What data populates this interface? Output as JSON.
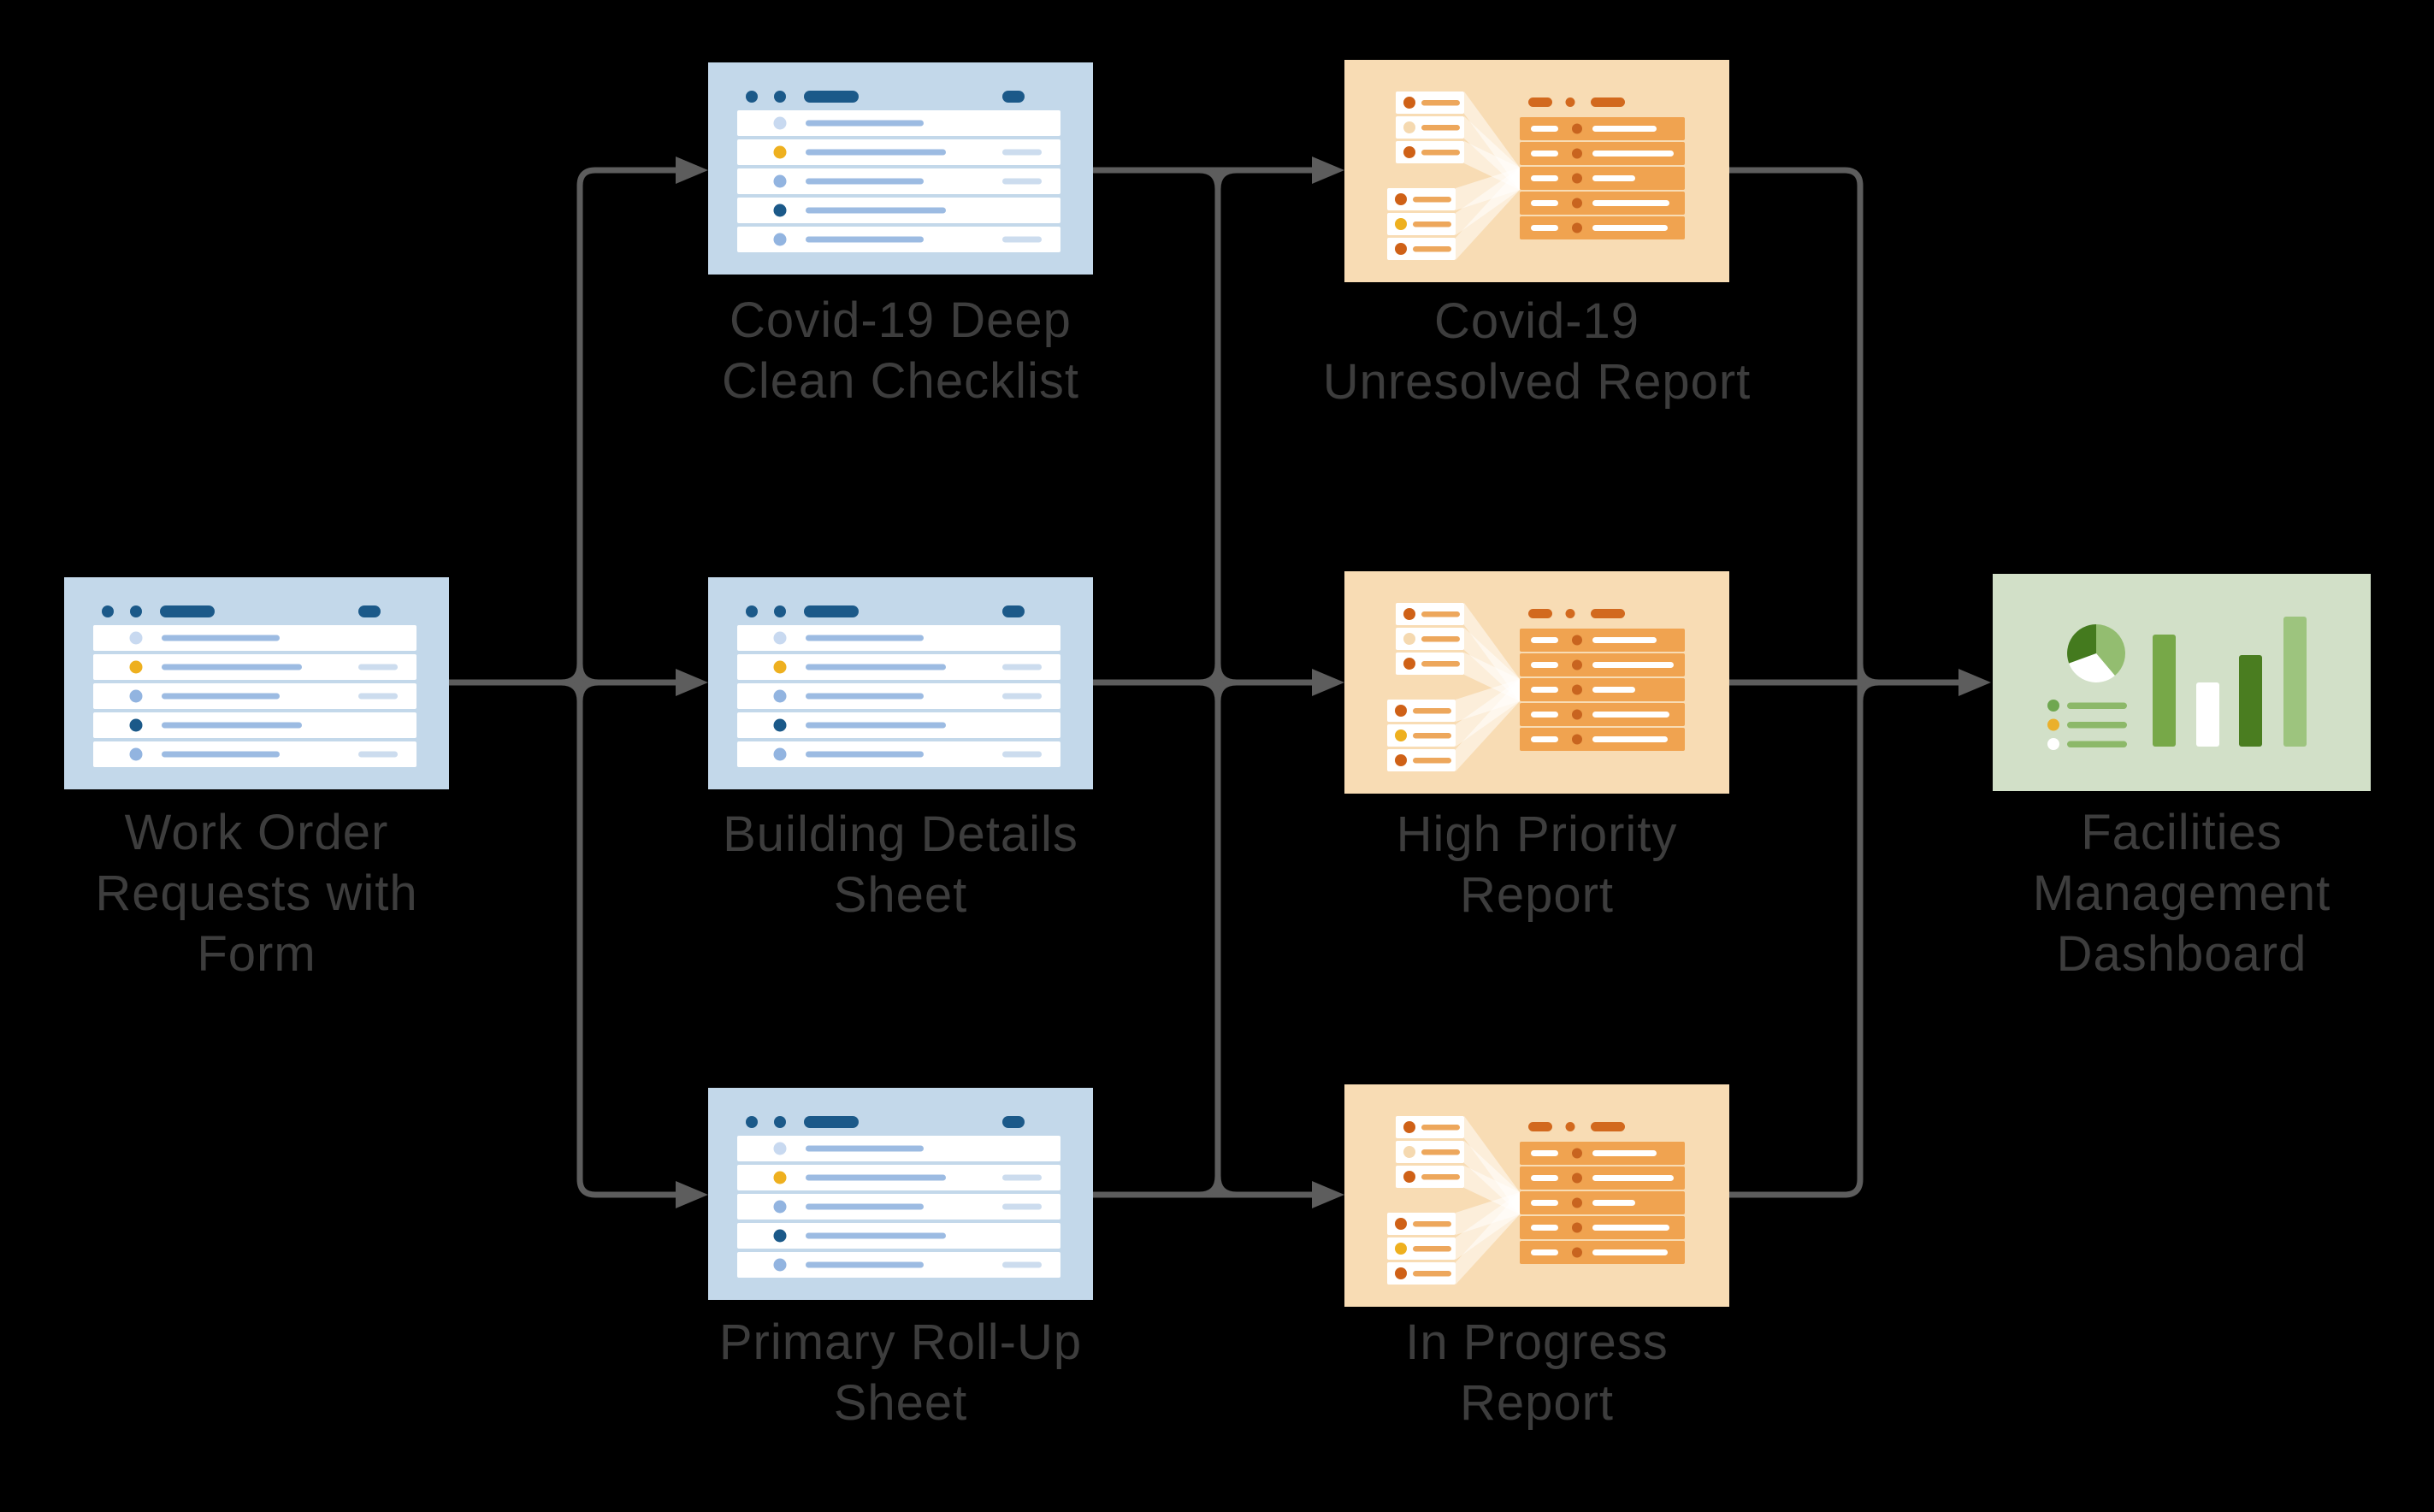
{
  "diagram_title": "Facilities management data flow diagram",
  "background_color": "#000000",
  "colors": {
    "connector_line": "#5d5d5d",
    "label_text": "#3d3d3d",
    "sheet_bg": "#c3d8ea",
    "sheet_accent": "#1b5989",
    "sheet_line": "#9cbbe2",
    "sheet_line_pale": "#ccdcee",
    "sheet_dot_yellow": "#eeb01f",
    "sheet_dot_blue": "#92b4e0",
    "report_bg": "#f8dcb4",
    "report_accent": "#d2691e",
    "report_row": "#f0a350",
    "report_line": "#eda75c",
    "report_dot_dark": "#cf6117",
    "report_dot_yellow": "#eeb01f",
    "dashboard_bg": "#d2e0c8",
    "dashboard_green_dark": "#447a1e",
    "dashboard_green_mid": "#77a848",
    "dashboard_green_light": "#9dc47e",
    "dashboard_line": "#8cb869",
    "dashboard_dot_yellow": "#eab02c"
  },
  "nodes": [
    {
      "id": "work-order-sheet",
      "type": "spreadsheet",
      "label": "Work Order\nRequests with\nForm"
    },
    {
      "id": "covid-checklist-sheet",
      "type": "spreadsheet",
      "label": "Covid-19 Deep\nClean Checklist"
    },
    {
      "id": "building-details-sheet",
      "type": "spreadsheet",
      "label": "Building Details\nSheet"
    },
    {
      "id": "primary-rollup-sheet",
      "type": "spreadsheet",
      "label": "Primary Roll-Up\nSheet"
    },
    {
      "id": "covid-unresolved-report",
      "type": "report",
      "label": "Covid-19\nUnresolved Report"
    },
    {
      "id": "high-priority-report",
      "type": "report",
      "label": "High Priority\nReport"
    },
    {
      "id": "in-progress-report",
      "type": "report",
      "label": "In Progress\nReport"
    },
    {
      "id": "facilities-dashboard",
      "type": "dashboard",
      "label": "Facilities\nManagement\nDashboard"
    }
  ],
  "edges": [
    {
      "from": "work-order-sheet",
      "to": "covid-checklist-sheet"
    },
    {
      "from": "work-order-sheet",
      "to": "building-details-sheet"
    },
    {
      "from": "work-order-sheet",
      "to": "primary-rollup-sheet"
    },
    {
      "from": "covid-checklist-sheet",
      "to": "covid-unresolved-report"
    },
    {
      "from": "building-details-sheet",
      "to": "high-priority-report"
    },
    {
      "from": "primary-rollup-sheet",
      "to": "in-progress-report"
    },
    {
      "from": "covid-unresolved-report",
      "to": "facilities-dashboard"
    },
    {
      "from": "high-priority-report",
      "to": "facilities-dashboard"
    },
    {
      "from": "in-progress-report",
      "to": "facilities-dashboard"
    }
  ]
}
